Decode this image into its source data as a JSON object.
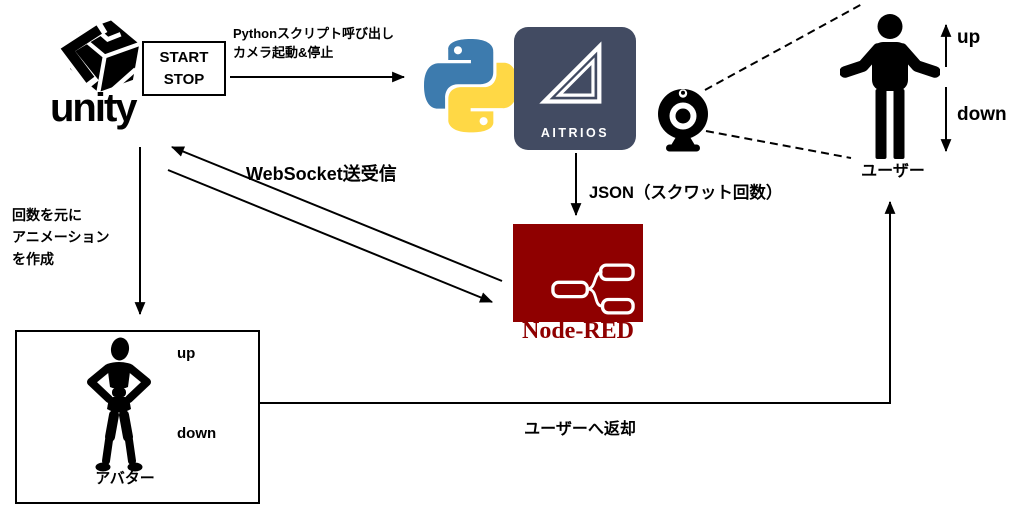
{
  "colors": {
    "ink": "#000000",
    "background": "#ffffff",
    "aitrios_bg": "#424B62",
    "node_red": "#8F0000",
    "python_blue": "#3D7BAE",
    "python_yellow": "#FFD845"
  },
  "diagram": {
    "unity": {
      "wordmark": "unity"
    },
    "start_stop": {
      "line1": "START",
      "line2": "STOP"
    },
    "python_call": {
      "line1": "Pythonスクリプト呼び出し",
      "line2": "カメラ起動&停止"
    },
    "aitrios": {
      "label": "AITRIOS"
    },
    "websocket": {
      "label": "WebSocket送受信"
    },
    "json_payload": {
      "label": "JSON（スクワット回数）"
    },
    "animation_note": {
      "line1": "回数を元に",
      "line2": "アニメーション",
      "line3": "を作成"
    },
    "node_red": {
      "wordmark": "Node-RED"
    },
    "user": {
      "label": "ユーザー",
      "up": "up",
      "down": "down"
    },
    "avatar": {
      "label": "アバター",
      "up": "up",
      "down": "down"
    },
    "return_note": {
      "label": "ユーザーへ返却"
    }
  }
}
